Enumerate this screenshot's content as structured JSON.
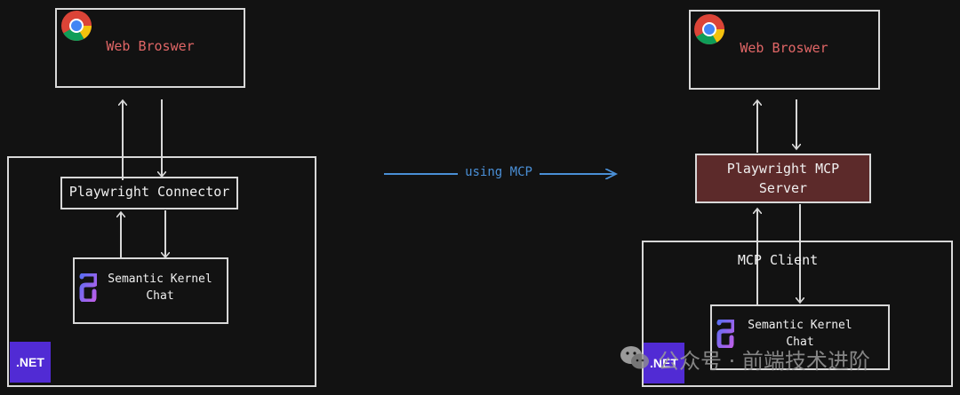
{
  "left": {
    "browser_label": "Web Broswer",
    "connector_label": "Playwright Connector",
    "sk_label_line1": "Semantic Kernel",
    "sk_label_line2": "Chat",
    "dotnet_label": ".NET"
  },
  "middle": {
    "arrow_label": "using MCP"
  },
  "right": {
    "browser_label": "Web Broswer",
    "mcp_server_line1": "Playwright MCP",
    "mcp_server_line2": "Server",
    "mcp_client_label": "MCP Client",
    "sk_label_line1": "Semantic Kernel",
    "sk_label_line2": "Chat",
    "dotnet_label": ".NET"
  },
  "watermark": {
    "text": "公众号 · 前端技术进阶"
  },
  "colors": {
    "background": "#121212",
    "line": "#d8d8d8",
    "red_text": "#e06666",
    "mcp_arrow": "#4a8fd6",
    "server_fill": "#5c2a2a",
    "dotnet": "#512bd4"
  }
}
